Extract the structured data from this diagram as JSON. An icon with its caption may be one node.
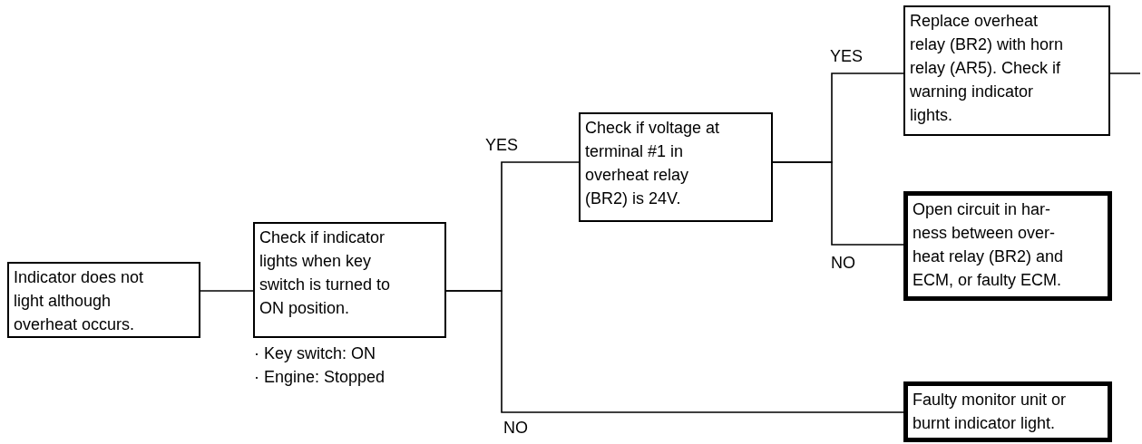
{
  "diagram": {
    "nodes": [
      {
        "text": [
          "Indicator does not light although overheat occurs."
        ]
      },
      {
        "text": [
          "Check if indicator lights when key switch is turned to ON position."
        ],
        "beside": [
          "· Key switch: ON",
          "· Engine: Stopped"
        ]
      },
      {
        "text": [
          "Check if voltage at terminal #1 in overheat relay (BR2) is 24V."
        ]
      },
      {
        "text": [
          "Replace overheat relay (BR2) with horn relay (AR5). Check if warning indicator lights."
        ]
      },
      {
        "text": [
          "Open circuit in har- ness between over- heat relay (BR2) and ECM, or faulty ECM."
        ]
      },
      {
        "text": [
          "Faulty monitor unit or burnt indicator light."
        ]
      }
    ],
    "edges": [
      {
        "from": 0,
        "to": 1,
        "arrow": "none"
      },
      {
        "from": 1,
        "to": 2,
        "arrow": "none",
        "label": "YES"
      },
      {
        "from": 1,
        "to": 5,
        "arrow": "none",
        "label": "NO"
      },
      {
        "from": 2,
        "to": 3,
        "arrow": "none",
        "label": "YES"
      },
      {
        "from": 2,
        "to": 4,
        "arrow": "none",
        "label": "NO"
      },
      {
        "from": 3,
        "to": null,
        "arrow": "none"
      }
    ]
  }
}
